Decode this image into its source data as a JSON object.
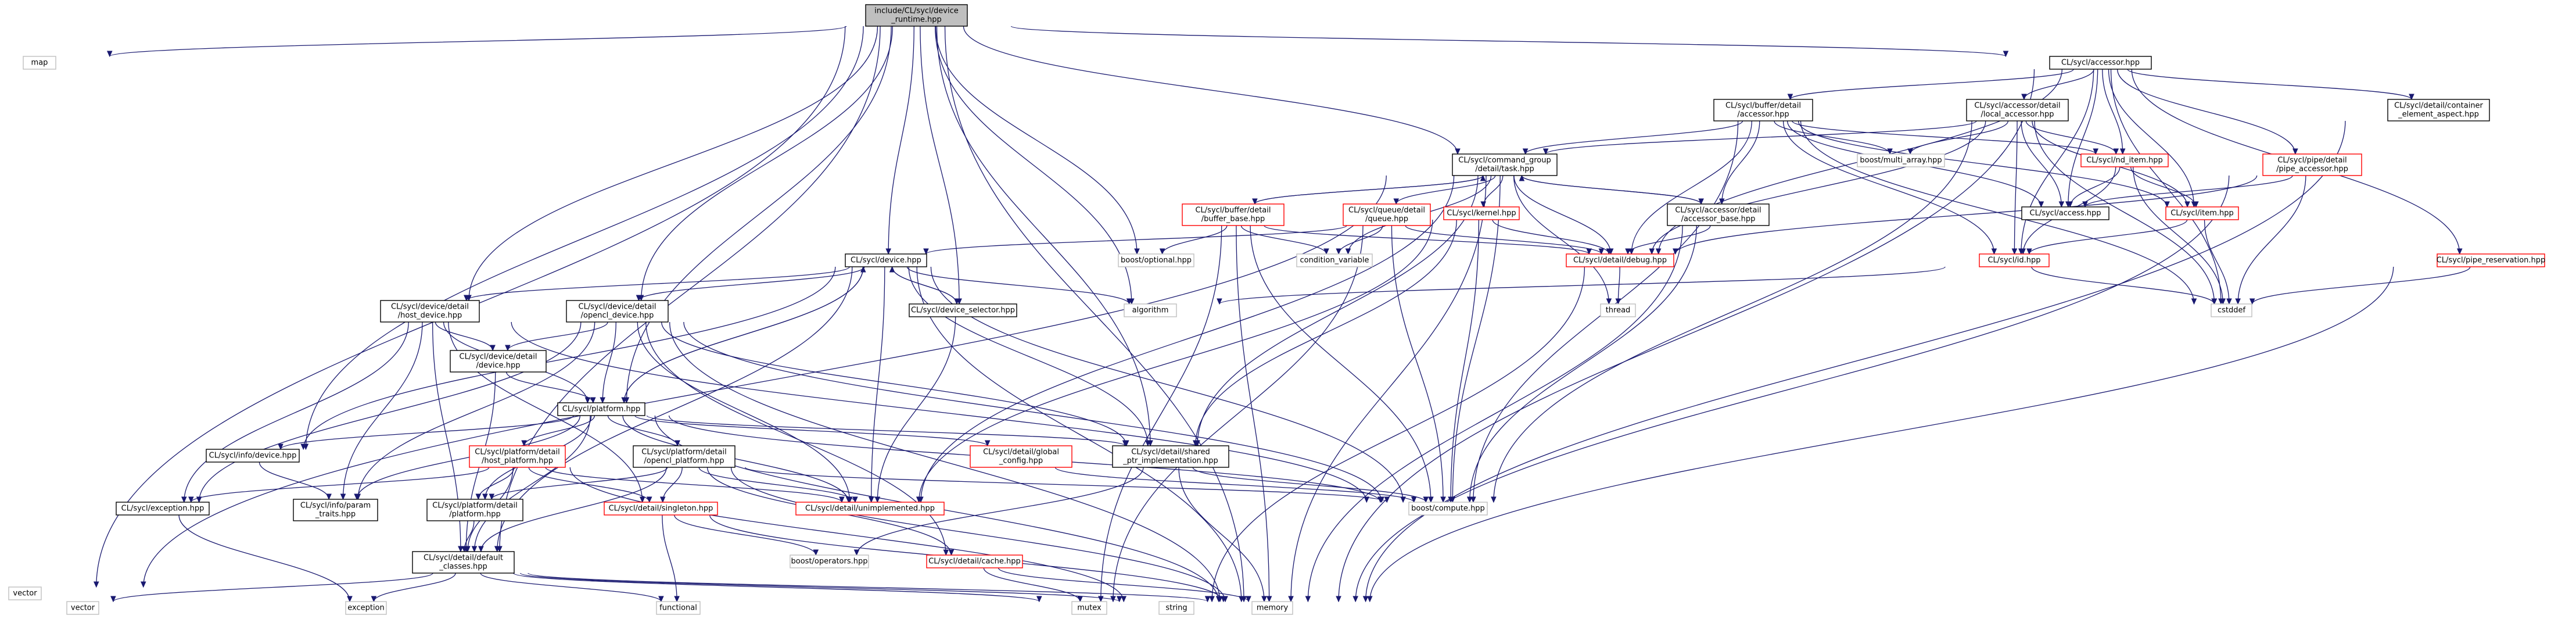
{
  "graph_title": "include/CL/sycl/device_runtime.hpp",
  "colors": {
    "edge": "#191970",
    "root_fill": "#bfbfbf",
    "node_border_normal": "#000000",
    "node_border_truncated": "#ff0000",
    "external_border": "#bfbfbf",
    "background": "#ffffff"
  },
  "nodes": [
    {
      "id": "root",
      "lines": [
        "include/CL/sycl/device",
        "_runtime.hpp"
      ],
      "kind": "root"
    },
    {
      "id": "map",
      "lines": [
        "map"
      ],
      "kind": "external"
    },
    {
      "id": "vector",
      "lines": [
        "vector"
      ],
      "kind": "external"
    },
    {
      "id": "accessor",
      "lines": [
        "CL/sycl/accessor.hpp"
      ],
      "kind": "normal"
    },
    {
      "id": "buf_acc",
      "lines": [
        "CL/sycl/buffer/detail",
        "/accessor.hpp"
      ],
      "kind": "normal"
    },
    {
      "id": "local_acc",
      "lines": [
        "CL/sycl/accessor/detail",
        "/local_accessor.hpp"
      ],
      "kind": "normal"
    },
    {
      "id": "elem_aspect",
      "lines": [
        "CL/sycl/detail/container",
        "_element_aspect.hpp"
      ],
      "kind": "normal"
    },
    {
      "id": "cg_task",
      "lines": [
        "CL/sycl/command_group",
        "/detail/task.hpp"
      ],
      "kind": "normal"
    },
    {
      "id": "multi_array",
      "lines": [
        "boost/multi_array.hpp"
      ],
      "kind": "external"
    },
    {
      "id": "nd_item",
      "lines": [
        "CL/sycl/nd_item.hpp"
      ],
      "kind": "truncated"
    },
    {
      "id": "pipe_acc",
      "lines": [
        "CL/sycl/pipe/detail",
        "/pipe_accessor.hpp"
      ],
      "kind": "truncated"
    },
    {
      "id": "access",
      "lines": [
        "CL/sycl/access.hpp"
      ],
      "kind": "normal"
    },
    {
      "id": "item",
      "lines": [
        "CL/sycl/item.hpp"
      ],
      "kind": "truncated"
    },
    {
      "id": "buffer_base",
      "lines": [
        "CL/sycl/buffer/detail",
        "/buffer_base.hpp"
      ],
      "kind": "truncated"
    },
    {
      "id": "queue",
      "lines": [
        "CL/sycl/queue/detail",
        "/queue.hpp"
      ],
      "kind": "truncated"
    },
    {
      "id": "kernel",
      "lines": [
        "CL/sycl/kernel.hpp"
      ],
      "kind": "truncated"
    },
    {
      "id": "accessor_base",
      "lines": [
        "CL/sycl/accessor/detail",
        "/accessor_base.hpp"
      ],
      "kind": "normal"
    },
    {
      "id": "boost_optional",
      "lines": [
        "boost/optional.hpp"
      ],
      "kind": "external"
    },
    {
      "id": "cond_var",
      "lines": [
        "condition_variable"
      ],
      "kind": "external"
    },
    {
      "id": "debug",
      "lines": [
        "CL/sycl/detail/debug.hpp"
      ],
      "kind": "truncated"
    },
    {
      "id": "id",
      "lines": [
        "CL/sycl/id.hpp"
      ],
      "kind": "truncated"
    },
    {
      "id": "pipe_res",
      "lines": [
        "CL/sycl/pipe_reservation.hpp"
      ],
      "kind": "truncated"
    },
    {
      "id": "cstddef",
      "lines": [
        "cstddef"
      ],
      "kind": "external"
    },
    {
      "id": "thread",
      "lines": [
        "thread"
      ],
      "kind": "external"
    },
    {
      "id": "device",
      "lines": [
        "CL/sycl/device.hpp"
      ],
      "kind": "normal"
    },
    {
      "id": "algorithm",
      "lines": [
        "algorithm"
      ],
      "kind": "external"
    },
    {
      "id": "host_device",
      "lines": [
        "CL/sycl/device/detail",
        "/host_device.hpp"
      ],
      "kind": "normal"
    },
    {
      "id": "opencl_device",
      "lines": [
        "CL/sycl/device/detail",
        "/opencl_device.hpp"
      ],
      "kind": "normal"
    },
    {
      "id": "device_selector",
      "lines": [
        "CL/sycl/device_selector.hpp"
      ],
      "kind": "normal"
    },
    {
      "id": "dev_device",
      "lines": [
        "CL/sycl/device/detail",
        "/device.hpp"
      ],
      "kind": "normal"
    },
    {
      "id": "platform",
      "lines": [
        "CL/sycl/platform.hpp"
      ],
      "kind": "normal"
    },
    {
      "id": "info_device",
      "lines": [
        "CL/sycl/info/device.hpp"
      ],
      "kind": "normal"
    },
    {
      "id": "host_platform",
      "lines": [
        "CL/sycl/platform/detail",
        "/host_platform.hpp"
      ],
      "kind": "truncated"
    },
    {
      "id": "opencl_platform",
      "lines": [
        "CL/sycl/platform/detail",
        "/opencl_platform.hpp"
      ],
      "kind": "normal"
    },
    {
      "id": "global_config",
      "lines": [
        "CL/sycl/detail/global",
        "_config.hpp"
      ],
      "kind": "truncated"
    },
    {
      "id": "shared_ptr",
      "lines": [
        "CL/sycl/detail/shared",
        "_ptr_implementation.hpp"
      ],
      "kind": "normal"
    },
    {
      "id": "exception",
      "lines": [
        "CL/sycl/exception.hpp"
      ],
      "kind": "normal"
    },
    {
      "id": "param_traits",
      "lines": [
        "CL/sycl/info/param",
        "_traits.hpp"
      ],
      "kind": "normal"
    },
    {
      "id": "plat_platform",
      "lines": [
        "CL/sycl/platform/detail",
        "/platform.hpp"
      ],
      "kind": "normal"
    },
    {
      "id": "singleton",
      "lines": [
        "CL/sycl/detail/singleton.hpp"
      ],
      "kind": "truncated"
    },
    {
      "id": "unimplemented",
      "lines": [
        "CL/sycl/detail/unimplemented.hpp"
      ],
      "kind": "truncated"
    },
    {
      "id": "boost_compute",
      "lines": [
        "boost/compute.hpp"
      ],
      "kind": "external"
    },
    {
      "id": "default_classes",
      "lines": [
        "CL/sycl/detail/default",
        "_classes.hpp"
      ],
      "kind": "normal"
    },
    {
      "id": "boost_operators",
      "lines": [
        "boost/operators.hpp"
      ],
      "kind": "external"
    },
    {
      "id": "cache",
      "lines": [
        "CL/sycl/detail/cache.hpp"
      ],
      "kind": "truncated"
    },
    {
      "id": "vector2",
      "lines": [
        "vector"
      ],
      "kind": "external"
    },
    {
      "id": "exception_std",
      "lines": [
        "exception"
      ],
      "kind": "external"
    },
    {
      "id": "functional",
      "lines": [
        "functional"
      ],
      "kind": "external"
    },
    {
      "id": "mutex",
      "lines": [
        "mutex"
      ],
      "kind": "external"
    },
    {
      "id": "string",
      "lines": [
        "string"
      ],
      "kind": "external"
    },
    {
      "id": "memory",
      "lines": [
        "memory"
      ],
      "kind": "external"
    }
  ]
}
